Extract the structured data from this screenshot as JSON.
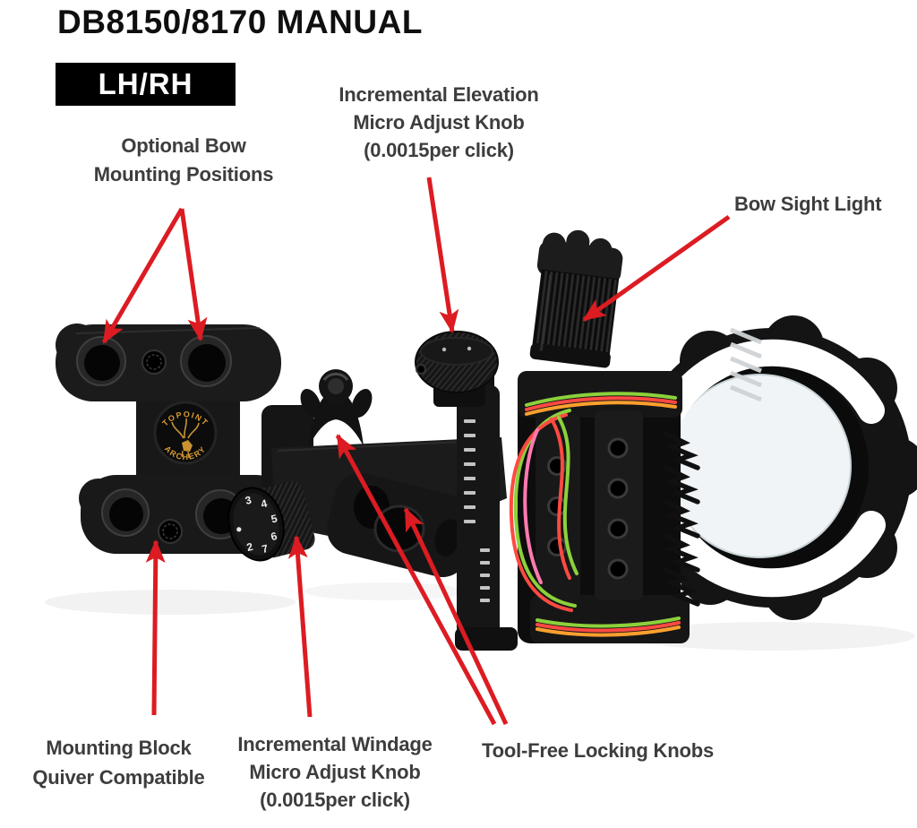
{
  "page": {
    "title": "DB8150/8170 MANUAL",
    "handedness_badge": "LH/RH"
  },
  "callouts": {
    "optional_mounting": {
      "line1": "Optional Bow",
      "line2": "Mounting Positions"
    },
    "elevation_knob": {
      "line1": "Incremental Elevation",
      "line2": "Micro Adjust Knob",
      "line3": "(0.0015per click)"
    },
    "sight_light": {
      "text": "Bow Sight Light"
    },
    "mounting_block": {
      "line1": "Mounting Block",
      "line2": "Quiver Compatible"
    },
    "windage_knob": {
      "line1": "Incremental Windage",
      "line2": "Micro Adjust Knob",
      "line3": "(0.0015per click)"
    },
    "locking_knobs": {
      "text": "Tool-Free Locking Knobs"
    }
  },
  "product": {
    "brand_logo": {
      "arc_top": "TOPOINT",
      "arc_bottom": "ARCHERY",
      "icon": "deer-logo-icon"
    },
    "windage_dial_numbers": [
      "3",
      "4",
      "5",
      "6",
      "7",
      "2"
    ]
  },
  "colors": {
    "arrow": "#dc1c22",
    "label_text": "#3d3d3d",
    "badge_bg": "#000000",
    "badge_text": "#ffffff",
    "fiber_green": "#8cd13a",
    "fiber_red": "#ff4a42",
    "fiber_orange": "#ffa02e",
    "fiber_pink": "#ff7ab0"
  }
}
